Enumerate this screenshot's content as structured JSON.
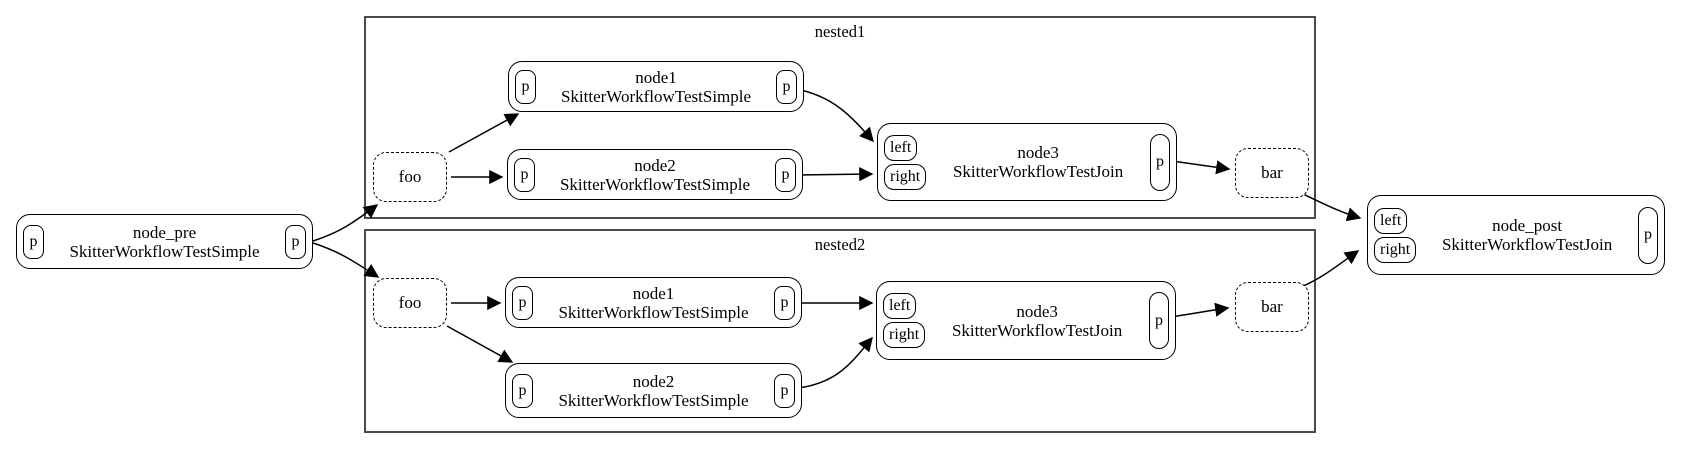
{
  "diagram_type": "workflow-graph",
  "colors": {
    "background": "#ffffff",
    "node_border": "#000000",
    "cluster_border": "#4b4b4b",
    "text": "#000000",
    "edge": "#000000"
  },
  "node_pre": {
    "title": "node_pre",
    "subtitle": "SkitterWorkflowTestSimple",
    "in_port": "p",
    "out_port": "p"
  },
  "node_post": {
    "title": "node_post",
    "subtitle": "SkitterWorkflowTestJoin",
    "left_port": "left",
    "right_port": "right",
    "out_port": "p"
  },
  "clusters": [
    {
      "label": "nested1",
      "foo": {
        "label": "foo"
      },
      "node1": {
        "title": "node1",
        "subtitle": "SkitterWorkflowTestSimple",
        "in_port": "p",
        "out_port": "p"
      },
      "node2": {
        "title": "node2",
        "subtitle": "SkitterWorkflowTestSimple",
        "in_port": "p",
        "out_port": "p"
      },
      "node3": {
        "title": "node3",
        "subtitle": "SkitterWorkflowTestJoin",
        "left_port": "left",
        "right_port": "right",
        "out_port": "p"
      },
      "bar": {
        "label": "bar"
      }
    },
    {
      "label": "nested2",
      "foo": {
        "label": "foo"
      },
      "node1": {
        "title": "node1",
        "subtitle": "SkitterWorkflowTestSimple",
        "in_port": "p",
        "out_port": "p"
      },
      "node2": {
        "title": "node2",
        "subtitle": "SkitterWorkflowTestSimple",
        "in_port": "p",
        "out_port": "p"
      },
      "node3": {
        "title": "node3",
        "subtitle": "SkitterWorkflowTestJoin",
        "left_port": "left",
        "right_port": "right",
        "out_port": "p"
      },
      "bar": {
        "label": "bar"
      }
    }
  ],
  "edges": [
    {
      "from": "node_pre.p",
      "to": "nested1.foo"
    },
    {
      "from": "node_pre.p",
      "to": "nested2.foo"
    },
    {
      "from": "nested1.foo",
      "to": "nested1.node1.p"
    },
    {
      "from": "nested1.foo",
      "to": "nested1.node2.p"
    },
    {
      "from": "nested1.node1.p",
      "to": "nested1.node3.left"
    },
    {
      "from": "nested1.node2.p",
      "to": "nested1.node3.right"
    },
    {
      "from": "nested1.node3.p",
      "to": "nested1.bar"
    },
    {
      "from": "nested1.bar",
      "to": "node_post.left"
    },
    {
      "from": "nested2.foo",
      "to": "nested2.node1.p"
    },
    {
      "from": "nested2.foo",
      "to": "nested2.node2.p"
    },
    {
      "from": "nested2.node1.p",
      "to": "nested2.node3.left"
    },
    {
      "from": "nested2.node2.p",
      "to": "nested2.node3.right"
    },
    {
      "from": "nested2.node3.p",
      "to": "nested2.bar"
    },
    {
      "from": "nested2.bar",
      "to": "node_post.right"
    }
  ]
}
